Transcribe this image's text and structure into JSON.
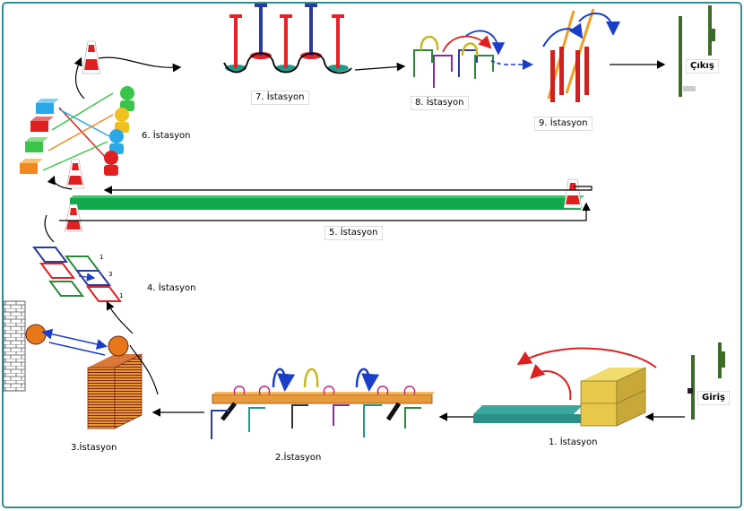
{
  "stations": {
    "s1": "1. İstasyon",
    "s2": "2.İstasyon",
    "s3": "3.İstasyon",
    "s4": "4. İstasyon",
    "s5": "5. İstasyon",
    "s6": "6. İstasyon",
    "s7": "7. İstasyon",
    "s8": "8. İstasyon",
    "s9": "9. İstasyon"
  },
  "gates": {
    "entry": "Giriş",
    "exit": "Çıkış"
  },
  "ladder_numbers": [
    "1",
    "3",
    "1"
  ],
  "colors": {
    "frame": "#2f8f8f",
    "green_bar": "#13a84a",
    "pole_red": "#e8202a",
    "pole_blue": "#2a3aa0",
    "base_teal": "#1f9a8a",
    "mat_teal": "#2a8f86",
    "box_gold": "#e6c84a",
    "beam_orange": "#e89a3a",
    "pole_green_dark": "#3d6b2a",
    "arrow_blue": "#1a3ec8",
    "arrow_red": "#e02020"
  }
}
